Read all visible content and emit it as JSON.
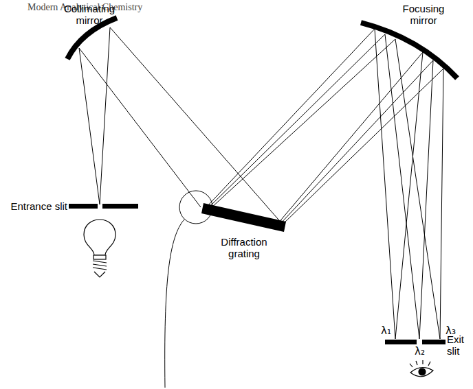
{
  "diagram": {
    "labels": [
      "Modern Analytical Chemistry",
      "Collimating mirror",
      "Focusing mirror",
      "Entrance slit",
      "Diffraction grating",
      "λ₁",
      "λ₂",
      "λ₃",
      "Exit slit"
    ]
  }
}
